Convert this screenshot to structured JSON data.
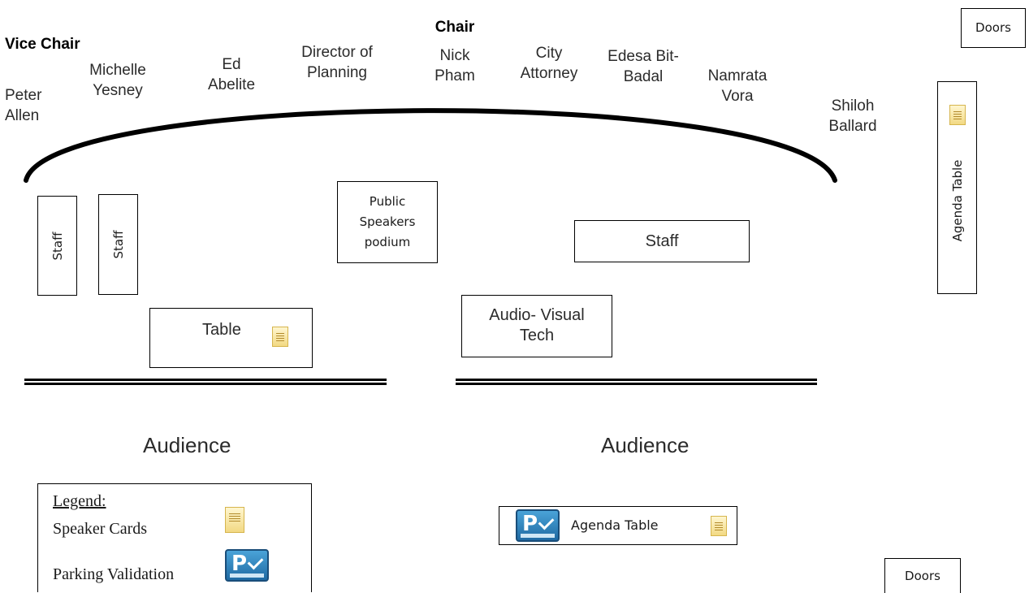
{
  "people": {
    "vice_chair": {
      "role": "Vice Chair",
      "name": "Peter Allen"
    },
    "michelle": "Michelle Yesney",
    "ed": "Ed Abelite",
    "director": "Director of Planning",
    "chair": {
      "role": "Chair",
      "name": "Nick Pham"
    },
    "attorney": "City Attorney",
    "edesa": "Edesa Bit-Badal",
    "namrata": "Namrata Vora",
    "shiloh": "Shiloh Ballard"
  },
  "room": {
    "staff_left_1": "Staff",
    "staff_left_2": "Staff",
    "podium": "Public Speakers podium",
    "staff_right": "Staff",
    "table": "Table",
    "av_tech": "Audio- Visual Tech",
    "agenda_table_side": "Agenda Table",
    "doors_top": "Doors",
    "doors_bottom": "Doors",
    "audience_left": "Audience",
    "audience_right": "Audience",
    "agenda_table_bottom": "Agenda Table"
  },
  "legend": {
    "title": "Legend:",
    "speaker_cards": "Speaker Cards",
    "parking_validation": "Parking Validation"
  },
  "icons": {
    "speaker_card": "speaker-card-icon",
    "parking": "parking-validation-icon"
  },
  "colors": {
    "card_fill": "#f2d983",
    "parking_blue": "#1f6aa3"
  }
}
